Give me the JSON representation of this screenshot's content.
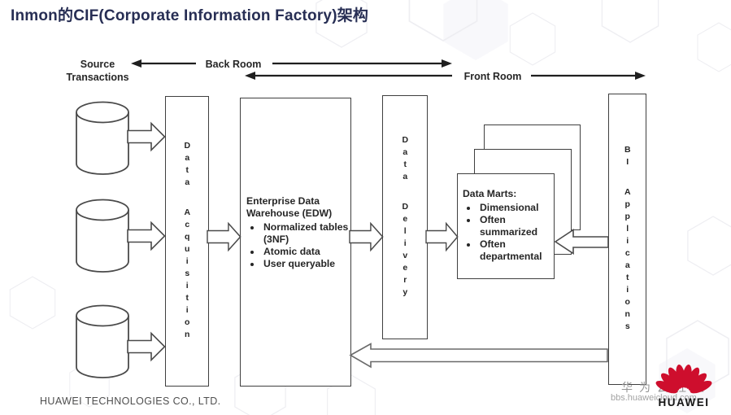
{
  "title": "Inmon的CIF(Corporate Information Factory)架构",
  "region_labels": {
    "source_line1": "Source",
    "source_line2": "Transactions",
    "back_room": "Back Room",
    "front_room": "Front Room"
  },
  "diagram": {
    "data_acquisition_label": "Data Acquisition",
    "edw": {
      "heading_line1": "Enterprise Data",
      "heading_line2": "Warehouse (EDW)",
      "bullets": [
        "Normalized tables (3NF)",
        "Atomic data",
        "User queryable"
      ]
    },
    "data_delivery_label": "Data Delivery",
    "data_marts": {
      "heading": "Data Marts:",
      "bullets": [
        "Dimensional",
        "Often summarized",
        "Often departmental"
      ]
    },
    "bi_applications_label": "BI Applications"
  },
  "footer": {
    "company_text": "HUAWEI TECHNOLOGIES CO., LTD.",
    "logo_wordmark": "HUAWEI",
    "watermark_line1": "华为云社区",
    "watermark_line2": "bbs.huaweicloud.com"
  },
  "colors": {
    "title_navy": "#272e54",
    "diagram_line": "#3f3f3f",
    "huawei_red": "#ce0e2d"
  }
}
